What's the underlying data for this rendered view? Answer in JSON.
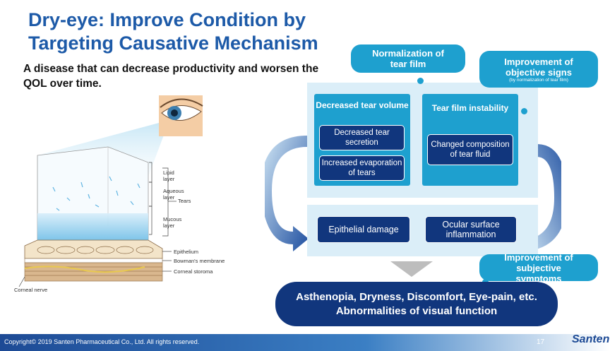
{
  "title": "Dry-eye: Improve Condition by Targeting Causative Mechanism",
  "subtitle": "A disease that can decrease productivity and worsen the QOL over time.",
  "illustration": {
    "tear_layers": [
      "Lipid layer",
      "Aqueous layer",
      "Mucous layer"
    ],
    "tears_label": "Tears",
    "epithelium": "Epithelium",
    "bowmans": "Bowman's membrane",
    "stroma": "Corneal storoma",
    "nerve": "Corneal nerve"
  },
  "bubbles": {
    "normalization": "Normalization of tear film",
    "objective": "Improvement of objective signs",
    "objective_note": "(by normalization of tear film)",
    "subjective": "Improvement of subjective symptoms"
  },
  "left_group": {
    "title": "Decreased tear volume",
    "items": [
      "Decreased tear secretion",
      "Increased evaporation of tears"
    ]
  },
  "right_group": {
    "title": "Tear film instability",
    "items": [
      "Changed composition of tear fluid"
    ]
  },
  "bottom_boxes": [
    "Epithelial damage",
    "Ocular surface inflammation"
  ],
  "result": {
    "line1": "Asthenopia, Dryness, Discomfort, Eye-pain, etc.",
    "line2": "Abnormalities of visual function"
  },
  "footer": {
    "copyright": "Copyright© 2019 Santen Pharmaceutical Co., Ltd. All rights reserved.",
    "page": "17",
    "logo": "Santen"
  },
  "colors": {
    "title": "#1d5aa8",
    "accent": "#1ea0cf",
    "navy": "#11367d",
    "panel": "#dbeef8"
  }
}
